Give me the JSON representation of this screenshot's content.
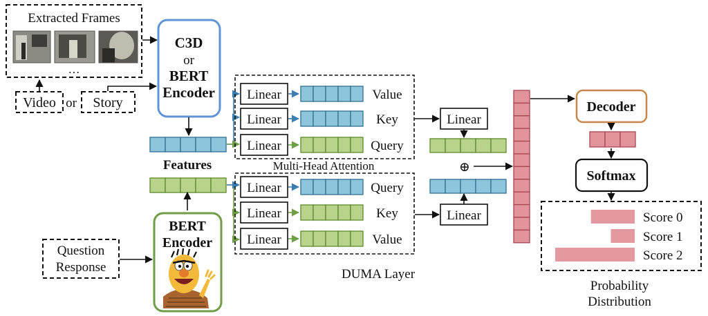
{
  "colors": {
    "blue": "#8dc6dc",
    "blue_stroke": "#2f6f93",
    "green": "#b9d38d",
    "green_stroke": "#5a8a2a",
    "pink": "#e2949c",
    "pink_stroke": "#a8454f",
    "c3d_border": "#5f95d6",
    "bert_border": "#6f9e46",
    "decoder_border": "#c8864a"
  },
  "frames": {
    "title": "Extracted Frames",
    "ellipsis": "…"
  },
  "inputs": {
    "video": "Video",
    "or": "or",
    "story": "Story",
    "question_line1": "Question",
    "question_line2": "Response"
  },
  "encoder_top": {
    "line1": "C3D",
    "line2": "or",
    "line3": "BERT",
    "line4": "Encoder"
  },
  "encoder_bottom": {
    "line1": "BERT",
    "line2": "Encoder"
  },
  "features_label": "Features",
  "attention_top": {
    "rows": [
      {
        "linear": "Linear",
        "label": "Value"
      },
      {
        "linear": "Linear",
        "label": "Key"
      },
      {
        "linear": "Linear",
        "label": "Query"
      }
    ],
    "title": "Multi-Head Attention"
  },
  "attention_bottom": {
    "rows": [
      {
        "linear": "Linear",
        "label": "Query"
      },
      {
        "linear": "Linear",
        "label": "Key"
      },
      {
        "linear": "Linear",
        "label": "Value"
      }
    ]
  },
  "merge": {
    "linear_top": "Linear",
    "linear_bottom": "Linear",
    "plus": "⊕"
  },
  "duma_label": "DUMA Layer",
  "decoder": "Decoder",
  "softmax": "Softmax",
  "scores": {
    "items": [
      {
        "label": "Score 0",
        "value": 0.55
      },
      {
        "label": "Score 1",
        "value": 0.3
      },
      {
        "label": "Score 2",
        "value": 1.0
      }
    ]
  },
  "probability": {
    "line1": "Probability",
    "line2": "Distribution"
  }
}
